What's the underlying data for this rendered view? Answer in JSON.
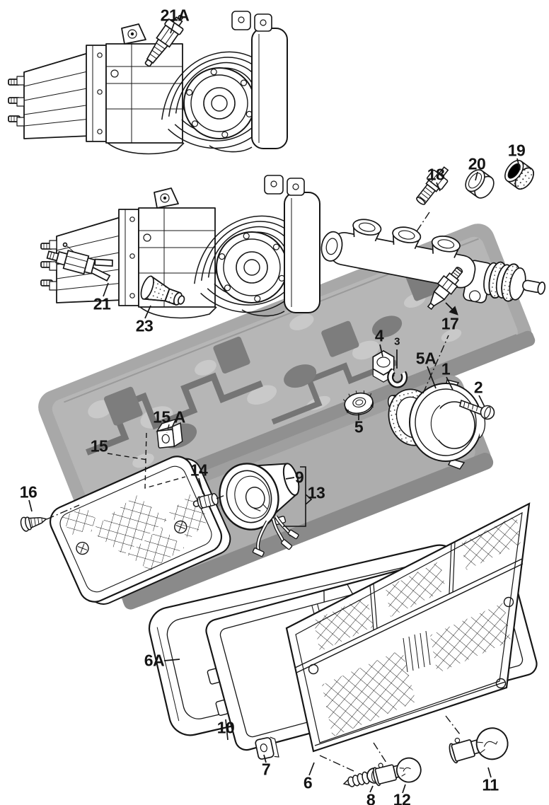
{
  "diagram": {
    "type": "exploded-parts-diagram",
    "background": "#ffffff",
    "line_color": "#161616",
    "board_gray": "#a8a8a8",
    "board_trace_gray": "#757575",
    "board_pad_gray": "#7d7d7d",
    "board_light_gray": "#c9c9c9",
    "callouts": [
      {
        "id": "21A",
        "label": "21A"
      },
      {
        "id": "19",
        "label": "19"
      },
      {
        "id": "20",
        "label": "20"
      },
      {
        "id": "18",
        "label": "18"
      },
      {
        "id": "21",
        "label": "21"
      },
      {
        "id": "23",
        "label": "23"
      },
      {
        "id": "17",
        "label": "17"
      },
      {
        "id": "4",
        "label": "4"
      },
      {
        "id": "3",
        "label": "3"
      },
      {
        "id": "5A",
        "label": "5A"
      },
      {
        "id": "1",
        "label": "1"
      },
      {
        "id": "2",
        "label": "2"
      },
      {
        "id": "5",
        "label": "5"
      },
      {
        "id": "15A",
        "label": "15 A"
      },
      {
        "id": "15",
        "label": "15"
      },
      {
        "id": "14",
        "label": "14"
      },
      {
        "id": "9",
        "label": "9"
      },
      {
        "id": "13",
        "label": "13"
      },
      {
        "id": "16",
        "label": "16"
      },
      {
        "id": "6A",
        "label": "6A"
      },
      {
        "id": "10",
        "label": "10"
      },
      {
        "id": "7",
        "label": "7"
      },
      {
        "id": "6",
        "label": "6"
      },
      {
        "id": "8",
        "label": "8"
      },
      {
        "id": "12",
        "label": "12"
      },
      {
        "id": "11",
        "label": "11"
      }
    ]
  }
}
